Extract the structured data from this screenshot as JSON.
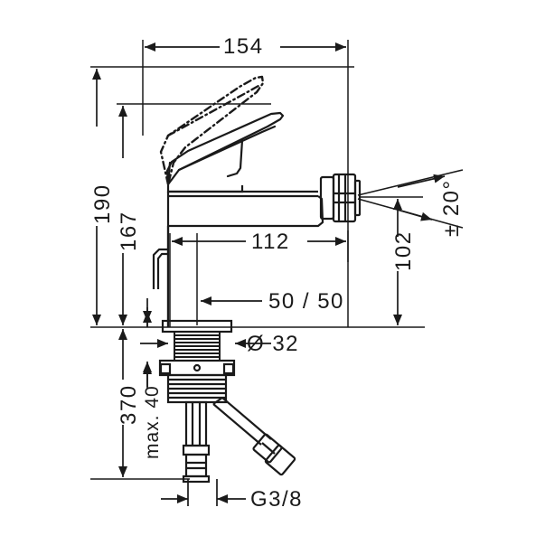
{
  "drawing": {
    "title": "Bidet mixer technical dimension drawing",
    "line_color": "#1a1a1a",
    "background": "#ffffff",
    "units": "mm"
  },
  "dimensions": {
    "overall_width": {
      "label": "154",
      "orientation": "horizontal",
      "name": "overall-width"
    },
    "overall_height": {
      "label": "190",
      "orientation": "vertical",
      "name": "overall-height"
    },
    "handle_height": {
      "label": "167",
      "orientation": "vertical",
      "name": "handle-height"
    },
    "projection": {
      "label": "112",
      "orientation": "horizontal",
      "name": "spout-projection"
    },
    "spout_height": {
      "label": "102",
      "orientation": "vertical",
      "name": "spout-height"
    },
    "handle_clearance": {
      "label": "50 / 50",
      "orientation": "horizontal",
      "name": "handle-clearance"
    },
    "shank_diameter": {
      "label": "Ø 32",
      "orientation": "horizontal",
      "name": "shank-diameter"
    },
    "hose_length": {
      "label": "370",
      "orientation": "vertical",
      "name": "hose-length"
    },
    "max_thickness": {
      "label": "max. 40",
      "orientation": "vertical",
      "name": "max-counter-thickness"
    },
    "swivel_angle": {
      "label": "± 20°",
      "orientation": "angular",
      "name": "swivel-angle"
    },
    "thread_size": {
      "label": "G3/8",
      "orientation": "horizontal",
      "name": "thread-connection-size"
    }
  }
}
